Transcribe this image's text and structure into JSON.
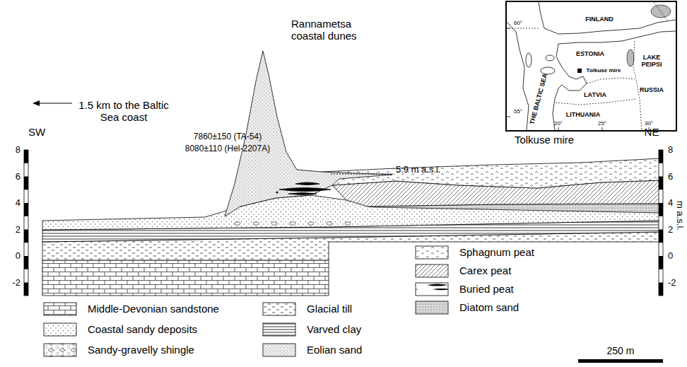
{
  "diagram": {
    "labels": [
      "Rannametsa coastal dunes",
      "1.5 km to the Baltic Sea coast",
      "SW",
      "NE",
      "Tolkuse mire",
      "5.9 m a.s.l.",
      "7860±150 (TA-54)",
      "8080±110 (Hel-2207A)",
      "8",
      "6",
      "4",
      "2",
      "0",
      "-2",
      "8",
      "6",
      "4",
      "2",
      "0",
      "-2",
      "m a.s.l.",
      "250 m",
      "FINLAND",
      "ESTONIA",
      "LAKE PEIPSI",
      "RUSSIA",
      "LATVIA",
      "LITHUANIA",
      "THE BALTIC SEA",
      "Tolkuse mire",
      "60°",
      "55°",
      "20°",
      "25°",
      "30°"
    ],
    "legend": [
      {
        "text": "Sphagnum peat"
      },
      {
        "text": "Carex peat"
      },
      {
        "text": "Buried peat"
      },
      {
        "text": "Diatom sand"
      },
      {
        "text": "Middle-Devonian sandstone"
      },
      {
        "text": "Glacial till"
      },
      {
        "text": "Coastal sandy deposits"
      },
      {
        "text": "Varved clay"
      },
      {
        "text": "Sandy-gravelly shingle"
      },
      {
        "text": "Eolian sand"
      }
    ]
  }
}
